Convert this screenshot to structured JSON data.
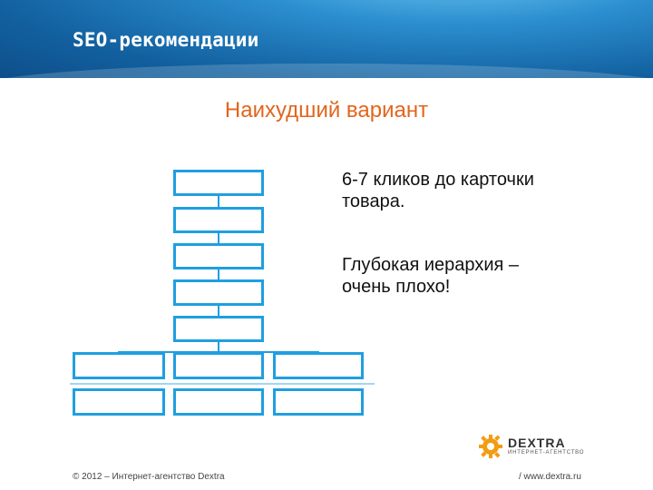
{
  "header": {
    "title": "SEO-рекомендации"
  },
  "slide": {
    "subtitle": "Наихудший вариант",
    "note1_line1": "6-7 кликов до карточки",
    "note1_line2": "товара.",
    "note2_line1": "Глубокая иерархия –",
    "note2_line2": "очень плохо!"
  },
  "logo": {
    "name": "DEXTRA",
    "tagline": "ИНТЕРНЕТ-АГЕНТСТВО",
    "icon": "gear-logo-icon"
  },
  "footer": {
    "copyright": "© 2012 – Интернет-агентство Dextra",
    "site": "/  www.dextra.ru"
  },
  "colors": {
    "accent": "#1f9fe0",
    "title": "#e2651c",
    "logo_orange": "#f39c12"
  }
}
